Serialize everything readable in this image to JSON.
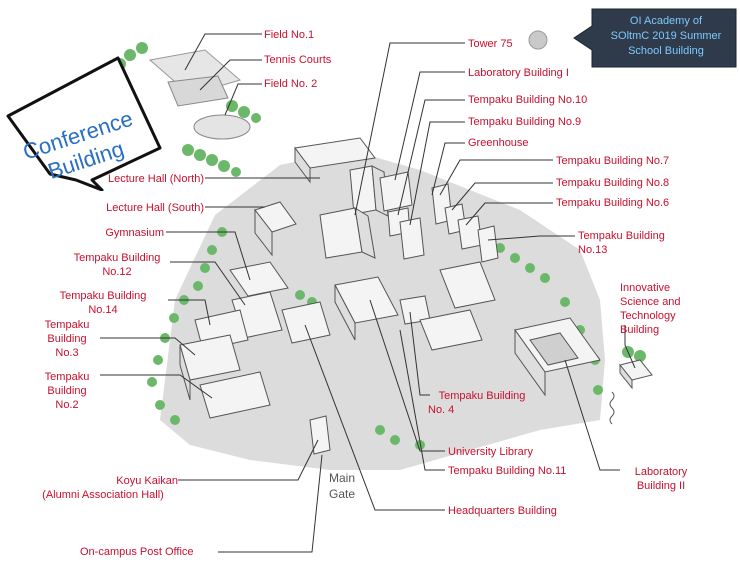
{
  "labels": {
    "field1": "Field No.1",
    "tennis": "Tennis Courts",
    "field2": "Field No. 2",
    "tower75": "Tower 75",
    "lab1": "Laboratory Building I",
    "tb10": "Tempaku Building No.10",
    "tb9": "Tempaku Building No.9",
    "greenhouse": "Greenhouse",
    "tb7": "Tempaku Building No.7",
    "tb8": "Tempaku Building No.8",
    "tb6": "Tempaku Building No.6",
    "tb13_l1": "Tempaku Building",
    "tb13_l2": "No.13",
    "innov_l1": "Innovative",
    "innov_l2": "Science and",
    "innov_l3": "Technology",
    "innov_l4": "Building",
    "lecture_north": "Lecture Hall (North)",
    "lecture_south": "Lecture Hall (South)",
    "gymnasium": "Gymnasium",
    "tb12_l1": "Tempaku Building",
    "tb12_l2": "No.12",
    "tb14_l1": "Tempaku Building",
    "tb14_l2": "No.14",
    "tb3_l1": "Tempaku",
    "tb3_l2": "Building",
    "tb3_l3": "No.3",
    "tb2_l1": "Tempaku",
    "tb2_l2": "Building",
    "tb2_l3": "No.2",
    "tb4_l1": "Tempaku Building",
    "tb4_l2": "No. 4",
    "library": "University Library",
    "tb11": "Tempaku Building No.11",
    "lab2_l1": "Laboratory",
    "lab2_l2": "Building II",
    "koyu_l1": "Koyu Kaikan",
    "koyu_l2": "(Alumni Association Hall)",
    "hq": "Headquarters Building",
    "post": "On-campus Post Office",
    "gate_l1": "Main",
    "gate_l2": "Gate"
  },
  "callout": {
    "line1": "OI Academy of",
    "line2": "SOltmC 2019 Summer",
    "line3": "School Building"
  },
  "conference": {
    "line1": "Conference",
    "line2": "Building"
  },
  "colors": {
    "label": "#c8102e",
    "leader": "#333333",
    "building_fill": "#f4f4f4",
    "building_stroke": "#555555",
    "ground": "#dcdcdc",
    "tree": "#6cb86a",
    "callout_bg": "#2f3b4a",
    "callout_text": "#7ec8ff",
    "conference_text": "#2a6fc4"
  }
}
